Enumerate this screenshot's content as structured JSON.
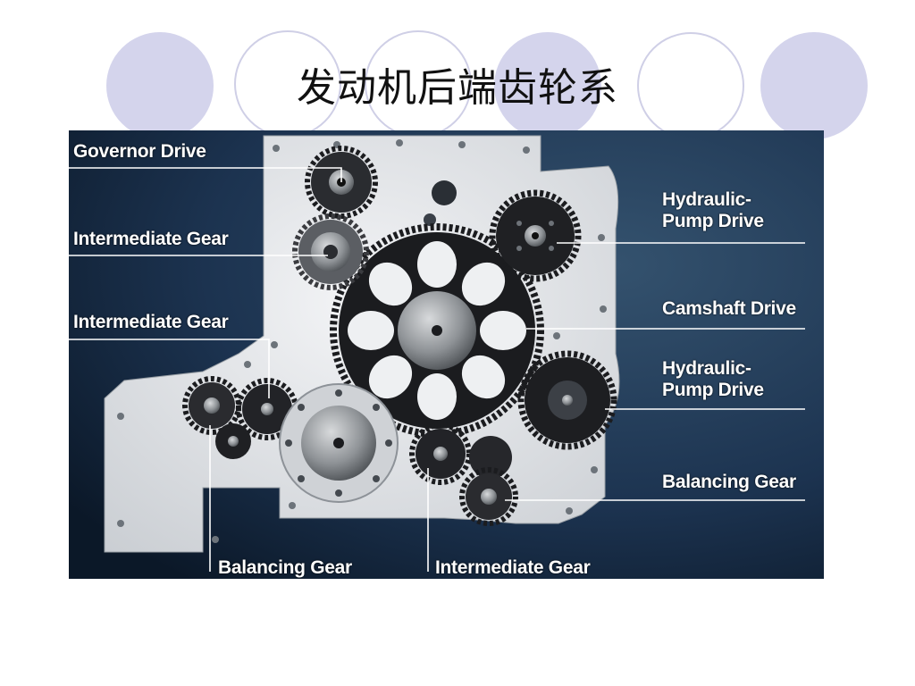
{
  "slide": {
    "title": "发动机后端齿轮系"
  },
  "diagram": {
    "labels": {
      "governor_drive": "Governor Drive",
      "intermediate_gear_1": "Intermediate Gear",
      "intermediate_gear_2": "Intermediate Gear",
      "balancing_gear_bottom": "Balancing Gear",
      "intermediate_gear_bottom": "Intermediate Gear",
      "hydraulic_pump_drive_1": [
        "Hydraulic-",
        "Pump Drive"
      ],
      "camshaft_drive": "Camshaft Drive",
      "hydraulic_pump_drive_2": [
        "Hydraulic-",
        "Pump Drive"
      ],
      "balancing_gear_right": "Balancing Gear"
    },
    "colors": {
      "background_dark": "#0e1e32",
      "background_mid": "#2c4a66",
      "housing": "#e4e6e9",
      "gear_dark": "#1b1c1f",
      "gear_metal": "#8a8e93",
      "label_text": "#ffffff",
      "deco_circle": "#d4d4ec"
    }
  }
}
